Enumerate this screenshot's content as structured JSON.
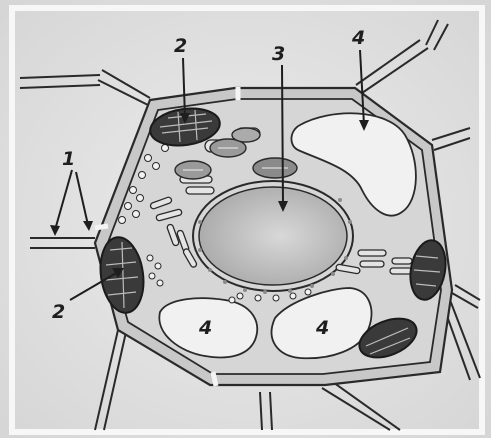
{
  "labels": {
    "cell_wall": "1",
    "chloroplast": "2",
    "nucleus": "3",
    "vacuole": "4"
  },
  "colors": {
    "paper": "#e2e2e2",
    "cytoplasm": "#cfcfcf",
    "wall_fill": "#c9c9c9",
    "ink": "#1e1e1e",
    "chloroplast": "#3a3a3a",
    "nucleus": "#bdbdbd",
    "vacuole": "#f1f1f1"
  }
}
